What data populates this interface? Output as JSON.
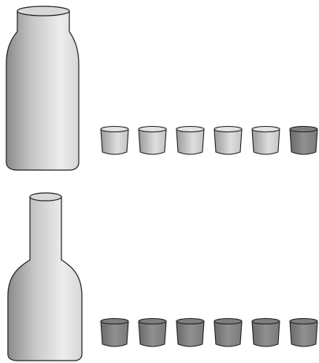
{
  "groups": [
    {
      "bottle": {
        "shape": "wide-neck",
        "fill_color": "#c8c8c8"
      },
      "cups": {
        "count": 6,
        "fill_colors": [
          "#c8c8c8",
          "#c8c8c8",
          "#c8c8c8",
          "#c8c8c8",
          "#c8c8c8",
          "#8f8f8f"
        ]
      }
    },
    {
      "bottle": {
        "shape": "narrow-neck",
        "fill_color": "#c8c8c8"
      },
      "cups": {
        "count": 6,
        "fill_colors": [
          "#8f8f8f",
          "#8f8f8f",
          "#8f8f8f",
          "#8f8f8f",
          "#8f8f8f",
          "#8f8f8f"
        ]
      }
    }
  ],
  "colors": {
    "outline": "#222222",
    "light_gray": "#c8c8c8",
    "dark_gray": "#8f8f8f",
    "background": "#ffffff"
  }
}
